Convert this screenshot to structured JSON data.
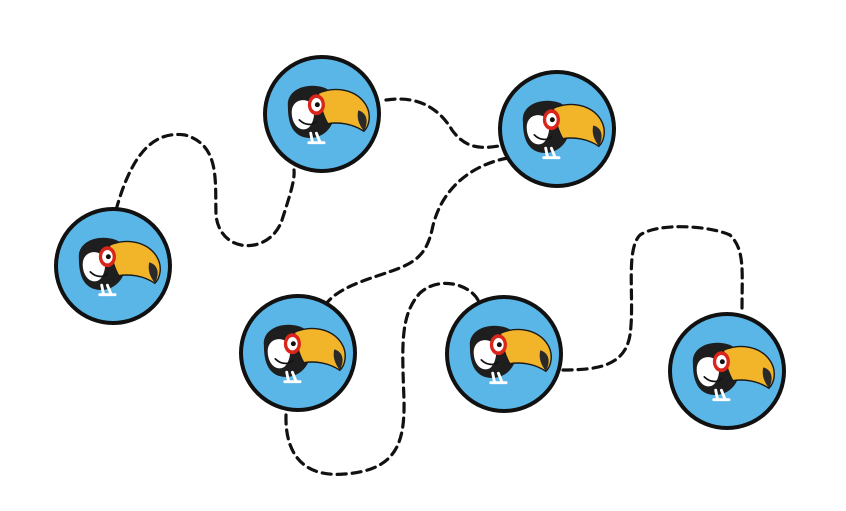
{
  "board": {
    "background_color": "#ffffff",
    "node_fill_color": "#5bb6e8",
    "node_border_color": "#111111",
    "path_color": "#111111",
    "path_style": "dashed"
  },
  "nodes": [
    {
      "name": "node-1",
      "icon": "toucan-icon"
    },
    {
      "name": "node-2",
      "icon": "toucan-icon"
    },
    {
      "name": "node-3",
      "icon": "toucan-icon"
    },
    {
      "name": "node-4",
      "icon": "toucan-icon"
    },
    {
      "name": "node-5",
      "icon": "toucan-icon"
    },
    {
      "name": "node-6",
      "icon": "toucan-icon"
    },
    {
      "name": "node-7",
      "icon": "toucan-icon"
    }
  ],
  "toucan_colors": {
    "head": "#1e1e1e",
    "beak": "#f2b529",
    "beak_tip": "#2a2a2a",
    "eye_ring": "#d9251c",
    "face": "#ffffff"
  }
}
